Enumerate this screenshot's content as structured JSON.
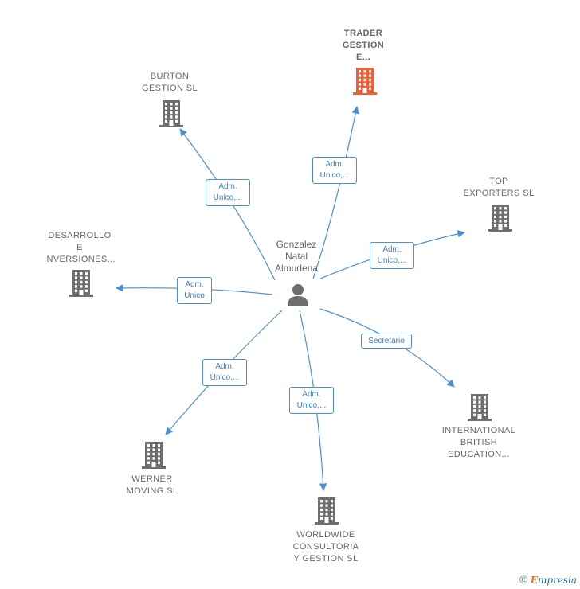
{
  "center": {
    "name": "Gonzalez\nNatal\nAlmudena"
  },
  "nodes": [
    {
      "id": "trader",
      "label": "TRADER\nGESTION\nE...",
      "highlight": true
    },
    {
      "id": "burton",
      "label": "BURTON\nGESTION SL",
      "highlight": false
    },
    {
      "id": "top",
      "label": "TOP\nEXPORTERS SL",
      "highlight": false
    },
    {
      "id": "desarrollo",
      "label": "DESARROLLO\nE\nINVERSIONES...",
      "highlight": false
    },
    {
      "id": "international",
      "label": "INTERNATIONAL\nBRITISH\nEDUCATION...",
      "highlight": false
    },
    {
      "id": "werner",
      "label": "WERNER\nMOVING SL",
      "highlight": false
    },
    {
      "id": "worldwide",
      "label": "WORLDWIDE\nCONSULTORIA\nY GESTION SL",
      "highlight": false
    }
  ],
  "edges": [
    {
      "to": "trader",
      "label": "Adm.\nUnico,..."
    },
    {
      "to": "burton",
      "label": "Adm.\nUnico,..."
    },
    {
      "to": "top",
      "label": "Adm.\nUnico,..."
    },
    {
      "to": "desarrollo",
      "label": "Adm.\nUnico"
    },
    {
      "to": "international",
      "label": "Secretario"
    },
    {
      "to": "werner",
      "label": "Adm.\nUnico,..."
    },
    {
      "to": "worldwide",
      "label": "Adm.\nUnico,..."
    }
  ],
  "colors": {
    "edge": "#4a8fd8",
    "building": "#6e6e6e",
    "building_highlight": "#f06030",
    "person": "#6e6e6e"
  },
  "icons": {
    "company": "building-icon",
    "person": "person-icon"
  },
  "copyright": {
    "symbol": "©",
    "brand_first": "E",
    "brand_rest": "mpresia"
  }
}
